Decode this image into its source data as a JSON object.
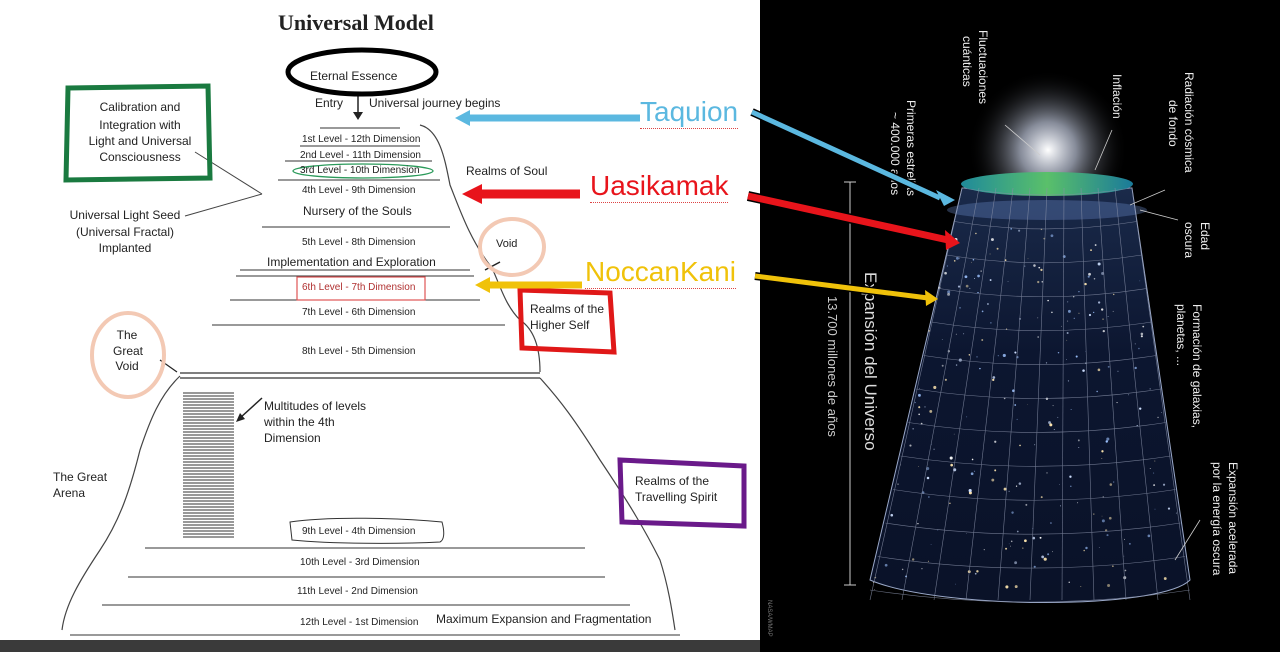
{
  "left_diagram": {
    "title": "Universal Model",
    "eternal_essence": "Eternal Essence",
    "entry": "Entry",
    "journey": "Universal journey begins",
    "levels": [
      "1st Level - 12th Dimension",
      "2nd Level - 11th Dimension",
      "3rd Level - 10th Dimension",
      "4th Level - 9th Dimension",
      "5th Level - 8th Dimension",
      "6th Level - 7th Dimension",
      "7th Level - 6th Dimension",
      "8th Level - 5th Dimension",
      "9th Level - 4th Dimension",
      "10th Level - 3rd Dimension",
      "11th Level - 2nd Dimension",
      "12th Level - 1st Dimension"
    ],
    "nursery": "Nursery of the Souls",
    "implementation": "Implementation and Exploration",
    "maximum": "Maximum Expansion and Fragmentation",
    "realms_soul": "Realms of Soul",
    "void": "Void",
    "realms_higher_self": [
      "Realms of the",
      "Higher Self"
    ],
    "great_void": [
      "The",
      "Great",
      "Void"
    ],
    "multitudes": [
      "Multitudes of levels",
      "within the 4th",
      "Dimension"
    ],
    "great_arena": [
      "The Great",
      "Arena"
    ],
    "realms_travelling": [
      "Realms of the",
      "Travelling Spirit"
    ],
    "calibration": [
      "Calibration and",
      "Integration with",
      "Light and Universal",
      "Consciousness"
    ],
    "light_seed": [
      "Universal Light Seed",
      "(Universal Fractal)",
      "Implanted"
    ]
  },
  "annotations": {
    "taquion": "Taquion",
    "uasikamak": "Uasikamak",
    "noccankani": "NoccanKani",
    "colors": {
      "taquion": "#5bb8e0",
      "uasikamak": "#e8141b",
      "noccankani": "#f0c20a",
      "green": "#1a7a40",
      "red": "#e01818",
      "purple": "#6a1a8a",
      "peach": "#f3c9b4"
    }
  },
  "right_diagram": {
    "fluctuaciones": [
      "Fluctuaciones",
      "cuánticas"
    ],
    "inflacion": "Inflación",
    "radiacion": [
      "Radiación cósmica",
      "de fondo"
    ],
    "primeras": [
      "Primeras estrellas",
      "~ 400.000 años"
    ],
    "edad_oscura": [
      "Edad",
      "oscura"
    ],
    "formacion": [
      "Formación de galaxias,",
      "planetas, ..."
    ],
    "expansion_universo": "Expansión del Universo",
    "millones": "13.700 millones de años",
    "acelerada": [
      "Expansión acelerada",
      "por la energía oscura"
    ],
    "credit": "NASA/WMAP"
  }
}
